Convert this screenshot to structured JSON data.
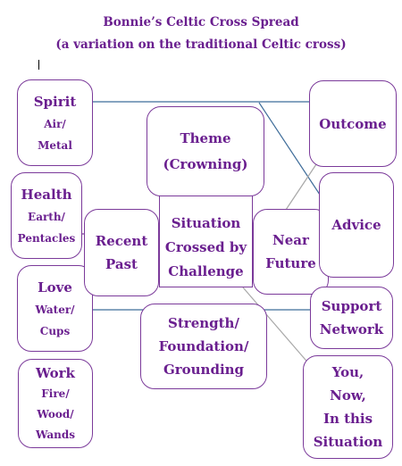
{
  "title": {
    "line1": "Bonnie’s Celtic Cross Spread",
    "line2": "(a variation on the traditional Celtic cross)"
  },
  "spirit": {
    "label": "Spirit",
    "sub1": "Air/",
    "sub2": "Metal"
  },
  "health": {
    "label": "Health",
    "sub1": "Earth/",
    "sub2": "Pentacles"
  },
  "love": {
    "label": "Love",
    "sub1": "Water/",
    "sub2": "Cups"
  },
  "work": {
    "label": "Work",
    "sub1": "Fire/",
    "sub2": "Wood/",
    "sub3": "Wands"
  },
  "theme": {
    "line1": "Theme",
    "line2": "(Crowning)"
  },
  "situation": {
    "line1": "Situation",
    "line2": "Crossed by",
    "line3": "Challenge"
  },
  "recent_past": {
    "line1": "Recent",
    "line2": "Past"
  },
  "near_future": {
    "line1": "Near",
    "line2": "Future"
  },
  "strength": {
    "line1": "Strength/",
    "line2": "Foundation/",
    "line3": "Grounding"
  },
  "outcome": {
    "label": "Outcome"
  },
  "advice": {
    "label": "Advice"
  },
  "support": {
    "line1": "Support",
    "line2": "Network"
  },
  "you": {
    "line1": "You,",
    "line2": "Now,",
    "line3": "In this",
    "line4": "Situation"
  },
  "colors": {
    "text": "#6a1f8f",
    "border": "#7b3a9a",
    "line_blue": "#3f6d9a",
    "line_gray": "#a8a8a8"
  }
}
